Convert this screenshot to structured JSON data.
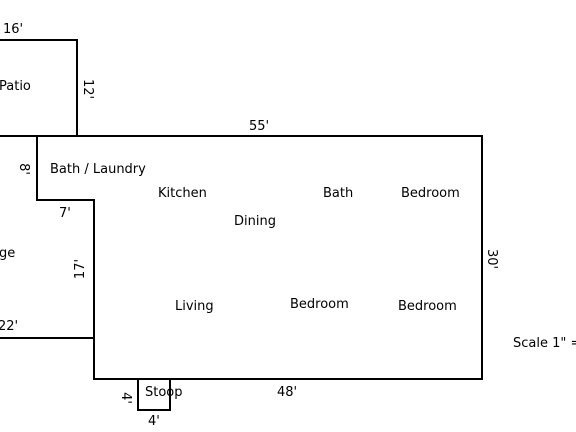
{
  "floor_plan": {
    "rooms": {
      "patio": "Patio",
      "bath_laundry": "Bath / Laundry",
      "kitchen": "Kitchen",
      "dining": "Dining",
      "bath": "Bath",
      "bedroom_top_right": "Bedroom",
      "garage": "ge",
      "living": "Living",
      "bedroom_center": "Bedroom",
      "bedroom_right": "Bedroom",
      "stoop": "Stoop"
    },
    "dimensions": {
      "patio_width": "16'",
      "patio_depth": "12'",
      "main_width": "55'",
      "main_depth": "30'",
      "bath_laundry_depth": "8'",
      "step_width": "7'",
      "left_wall": "17'",
      "garage_width": "22'",
      "front_wall": "48'",
      "stoop_depth": "4'",
      "stoop_width": "4'"
    },
    "scale_note": "Scale 1\" ="
  },
  "colors": {
    "line": "#000000",
    "text": "#000000",
    "background": "#ffffff"
  }
}
